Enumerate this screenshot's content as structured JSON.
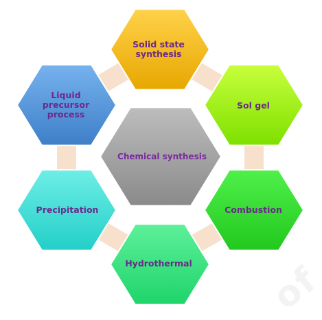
{
  "center": {
    "label": "Chemical synthesis"
  },
  "nodes": [
    {
      "label": "Solid state\nsynthesis",
      "color_top": "#ffd24a",
      "color_bottom": "#e7a700"
    },
    {
      "label": "Sol gel",
      "color_top": "#c8ff3c",
      "color_bottom": "#7ee000"
    },
    {
      "label": "Combustion",
      "color_top": "#4ff04a",
      "color_bottom": "#22c81e"
    },
    {
      "label": "Hydrothermal",
      "color_top": "#5ef09a",
      "color_bottom": "#1fd46a"
    },
    {
      "label": "Precipitation",
      "color_top": "#6eeee6",
      "color_bottom": "#22cfc8"
    },
    {
      "label": "Liquid\nprecursor\nprocess",
      "color_top": "#76b2ee",
      "color_bottom": "#3e7fc8"
    }
  ],
  "connector_color": "#f6dcc4",
  "label_color": "#6b2a8c",
  "watermark": "of"
}
